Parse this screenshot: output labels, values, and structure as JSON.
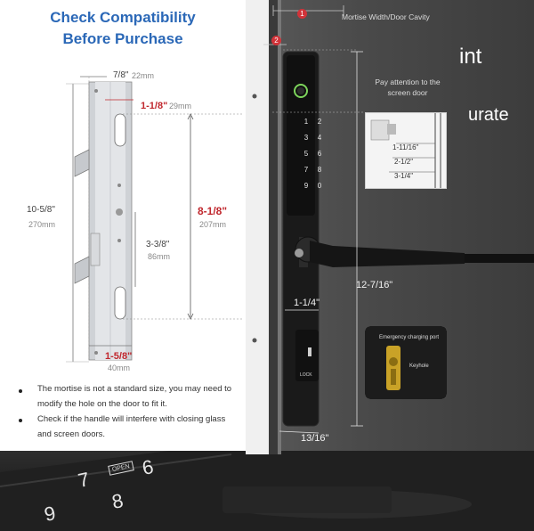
{
  "left_panel": {
    "title_line1": "Check Compatibility",
    "title_line2": "Before Purchase",
    "dims": {
      "width_top": "7/8\"",
      "width_top_mm": "22mm",
      "offset": "1-1/8\"",
      "offset_mm": "29mm",
      "total_height": "10-5/8\"",
      "total_height_mm": "270mm",
      "hole_spacing": "8-1/8\"",
      "hole_spacing_mm": "207mm",
      "mid": "3-3/8\"",
      "mid_mm": "86mm",
      "bottom_width": "1-5/8\"",
      "bottom_width_mm": "40mm"
    },
    "notes": [
      "The mortise is not a standard size, you may need to modify the hole on the door to fit it.",
      "Check if the handle will interfere with closing glass and screen doors."
    ]
  },
  "right_panel": {
    "callout1": "1",
    "callout2": "2",
    "mortise_label": "Mortise Width/Door Cavity",
    "overlay_text1": "int",
    "overlay_text2": "urate",
    "screen_note": "Pay attention to the screen door",
    "screen_dims": [
      "1-11/16\"",
      "2-1/2\"",
      "3-1/4\""
    ],
    "lock_height": "12-7/16\"",
    "handle_width": "1-1/4\"",
    "bottom_depth": "13/16\"",
    "keypad": [
      "1",
      "2",
      "3",
      "4",
      "5",
      "6",
      "7",
      "8",
      "9",
      "0"
    ],
    "lock_label": "LOCK",
    "inset_label1": "Emergency charging port",
    "inset_label2": "Keyhole"
  },
  "bottom_photo": {
    "digits": [
      "7",
      "6",
      "9",
      "8"
    ],
    "open_label": "OPEN"
  }
}
